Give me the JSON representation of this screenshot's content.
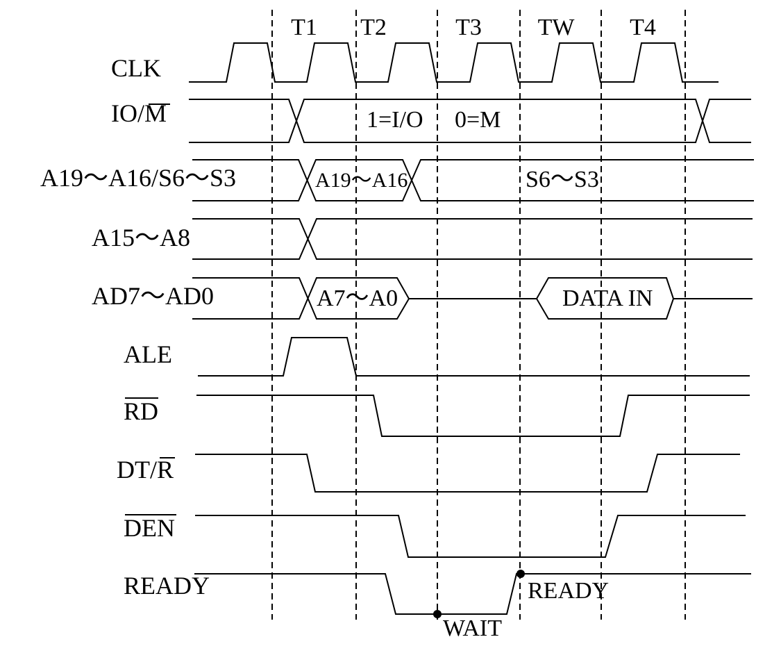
{
  "phases": [
    "T1",
    "T2",
    "T3",
    "TW",
    "T4"
  ],
  "signals": {
    "clk": "CLK",
    "io_m_prefix": "IO/",
    "io_m_bar": "M",
    "a19_a16": "A19～A16/S6～S3",
    "a15_a8": "A15～A8",
    "ad7_ad0": "AD7～AD0",
    "ale": "ALE",
    "rd": "RD",
    "dtr_prefix": "DT/",
    "dtr_bar": "R",
    "den": "DEN",
    "ready": "READY"
  },
  "annotations": {
    "io_one": "1=I/O",
    "io_zero": "0=M",
    "addr_high": "A19～A16",
    "status": "S6～S3",
    "addr_low": "A7～A0",
    "data_in": "DATA IN",
    "wait": "WAIT",
    "ready_again": "READY"
  }
}
